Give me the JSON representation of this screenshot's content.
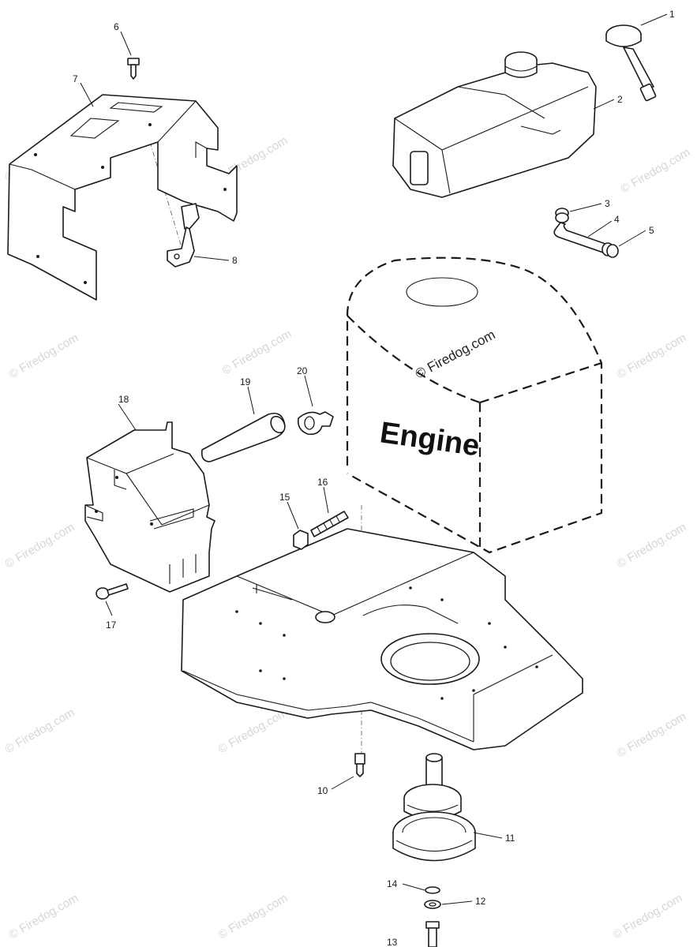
{
  "engine_label": "Engine",
  "watermark": "© Firedog.com",
  "callouts": {
    "c1": "1",
    "c2": "2",
    "c3": "3",
    "c4": "4",
    "c5": "5",
    "c6": "6",
    "c7": "7",
    "c8": "8",
    "c10": "10",
    "c11": "11",
    "c12": "12",
    "c13": "13",
    "c14": "14",
    "c15": "15",
    "c16": "16",
    "c17": "17",
    "c18": "18",
    "c19": "19",
    "c20": "20"
  }
}
